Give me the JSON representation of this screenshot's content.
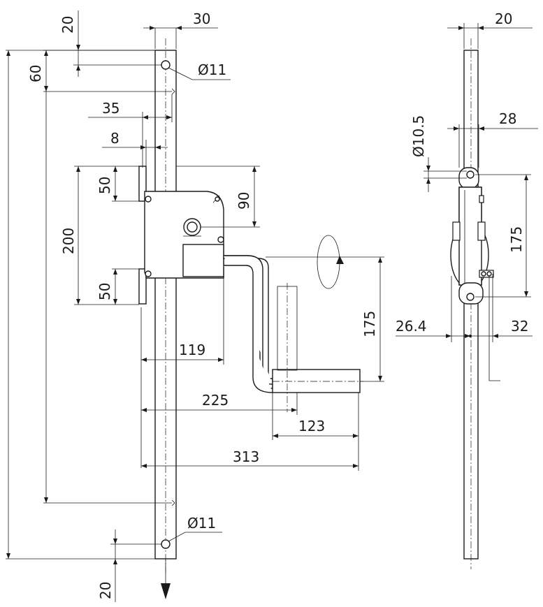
{
  "front_view": {
    "dim_top_offset": "20",
    "dim_bar_width": "30",
    "dim_hole_top": "Ø11",
    "dim_top_to_notch": "60",
    "dim_35": "35",
    "dim_8": "8",
    "dim_bracket_upper": "50",
    "dim_bracket_span": "200",
    "dim_bracket_lower": "50",
    "dim_90": "90",
    "dim_119": "119",
    "dim_225": "225",
    "dim_313": "313",
    "dim_123": "123",
    "dim_crank_height": "175",
    "dim_hole_bottom": "Ø11",
    "dim_bottom_offset": "20"
  },
  "side_view": {
    "dim_bar_width": "20",
    "dim_pin_diameter": "Ø10.5",
    "dim_28": "28",
    "dim_175": "175",
    "dim_26_4": "26.4",
    "dim_32": "32"
  }
}
